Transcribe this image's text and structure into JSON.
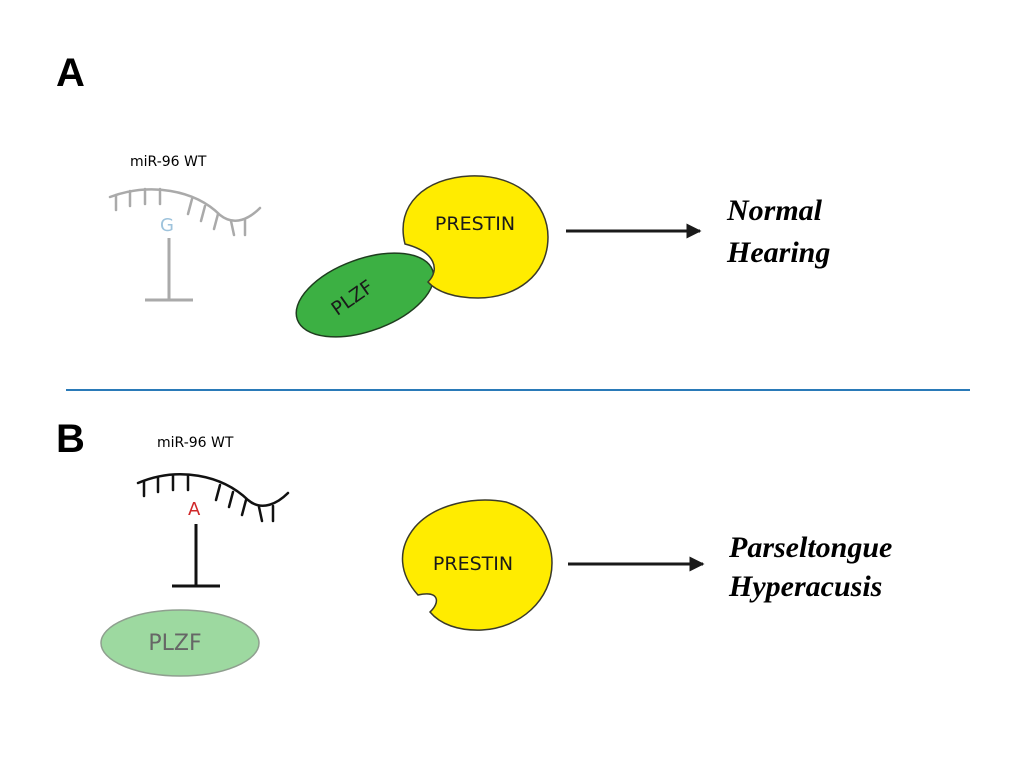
{
  "panel_a": {
    "letter": "A",
    "mirna_label": "miR-96 WT",
    "nucleotide": "G",
    "prestin_label": "PRESTIN",
    "plzf_label": "PLZF",
    "outcome_line1": "Normal",
    "outcome_line2": "Hearing"
  },
  "panel_b": {
    "letter": "B",
    "mirna_label": "miR-96 WT",
    "nucleotide": "A",
    "prestin_label": "PRESTIN",
    "plzf_label": "PLZF",
    "outcome_line1": "Parseltongue",
    "outcome_line2": "Hyperacusis"
  },
  "colors": {
    "prestin_fill": "#ffec00",
    "plzf_fill": "#3cb043",
    "plzf_faded_fill": "#9dd9a0",
    "divider": "#2a7ab8",
    "nucleotide_g": "#9ec3dc",
    "nucleotide_a": "#d0282a",
    "mirna_a": "#aaaaaa",
    "mirna_b": "#111111"
  }
}
